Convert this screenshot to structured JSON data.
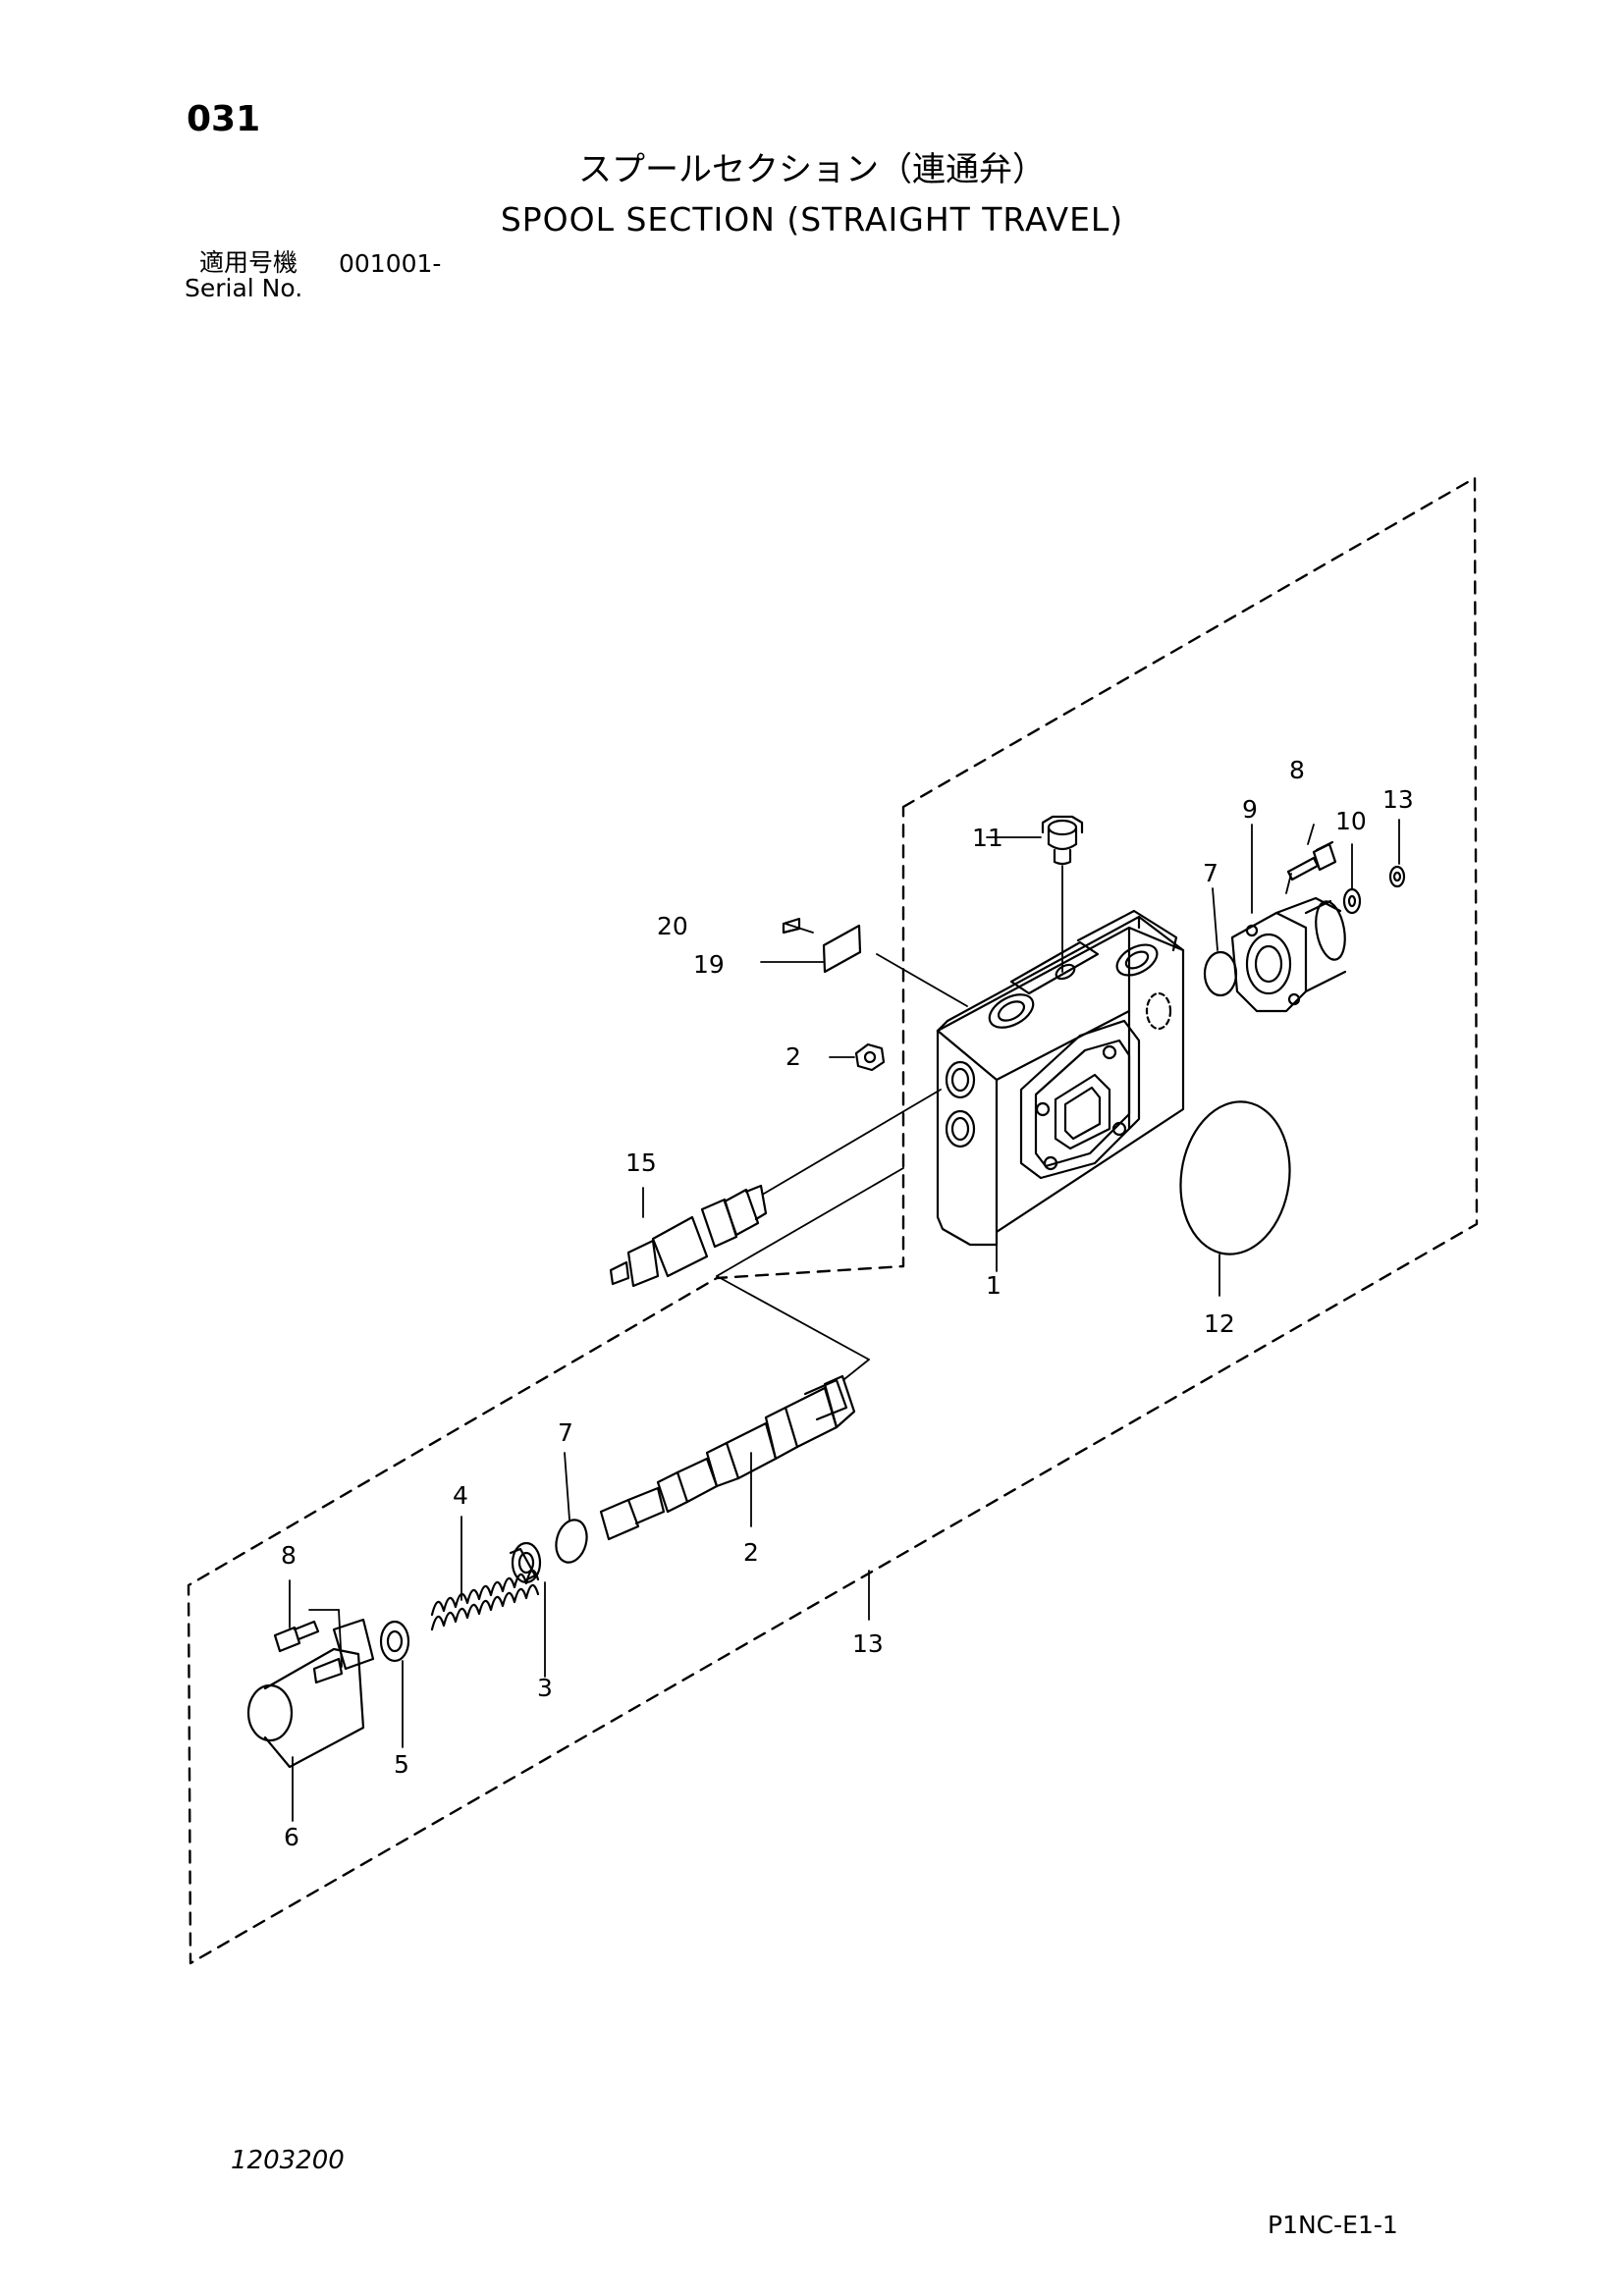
{
  "header": {
    "page_number": "031",
    "title_jp": "スプールセクション（連通弁）",
    "title_en": "SPOOL SECTION (STRAIGHT TRAVEL)",
    "serial_label_jp": "適用号機",
    "serial_number": "001001-",
    "serial_label_en": "Serial No."
  },
  "footer": {
    "drawing_number": "1203200",
    "page_code": "P1NC-E1-1"
  },
  "callouts": [
    {
      "id": "c1",
      "label": "1"
    },
    {
      "id": "c2a",
      "label": "2"
    },
    {
      "id": "c2b",
      "label": "2"
    },
    {
      "id": "c3",
      "label": "3"
    },
    {
      "id": "c4",
      "label": "4"
    },
    {
      "id": "c5",
      "label": "5"
    },
    {
      "id": "c6",
      "label": "6"
    },
    {
      "id": "c7a",
      "label": "7"
    },
    {
      "id": "c7b",
      "label": "7"
    },
    {
      "id": "c8a",
      "label": "8"
    },
    {
      "id": "c8b",
      "label": "8"
    },
    {
      "id": "c9",
      "label": "9"
    },
    {
      "id": "c10",
      "label": "10"
    },
    {
      "id": "c11",
      "label": "11"
    },
    {
      "id": "c12",
      "label": "12"
    },
    {
      "id": "c13a",
      "label": "13"
    },
    {
      "id": "c13b",
      "label": "13"
    },
    {
      "id": "c15",
      "label": "15"
    },
    {
      "id": "c19",
      "label": "19"
    },
    {
      "id": "c20",
      "label": "20"
    }
  ]
}
